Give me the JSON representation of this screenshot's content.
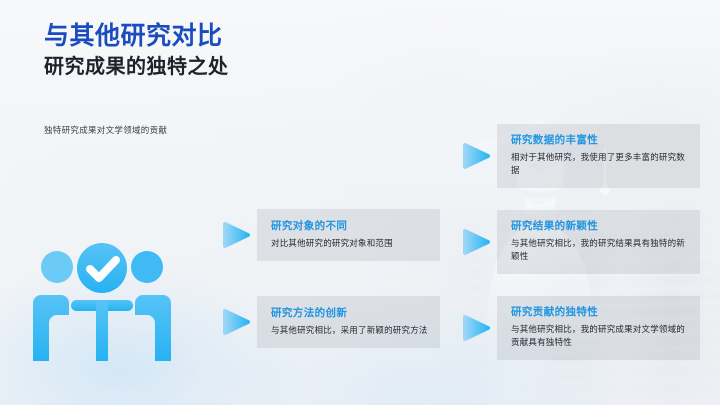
{
  "slide": {
    "title_main": "与其他研究对比",
    "title_sub": "研究成果的独特之处",
    "caption": "独特研究成果对文学领域的贡献",
    "accent_title_color": "#1a4cbe",
    "accent_heading_color": "#2095e0",
    "arrow_gradient_from": "#9bd6f7",
    "arrow_gradient_to": "#2cb6f3",
    "icon_color_light": "#6cc8f5",
    "icon_color_main": "#34b6f2",
    "panel_fill": "rgba(146,152,158,0.20)"
  },
  "icons": {
    "people_check": "people-check-icon",
    "graduate": "graduate-silhouette-icon",
    "arrow": "play-triangle-icon"
  },
  "cards": {
    "middle": [
      {
        "heading": "研究对象的不同",
        "body": "对比其他研究的研究对象和范围"
      },
      {
        "heading": "研究方法的创新",
        "body": "与其他研究相比，采用了新颖的研究方法"
      }
    ],
    "right": [
      {
        "heading": "研究数据的丰富性",
        "body": "相对于其他研究，我使用了更多丰富的研究数据"
      },
      {
        "heading": "研究结果的新颖性",
        "body": "与其他研究相比，我的研究结果具有独特的新颖性"
      },
      {
        "heading": "研究贡献的独特性",
        "body": "与其他研究相比，我的研究成果对文学领域的贡献具有独特性"
      }
    ]
  }
}
